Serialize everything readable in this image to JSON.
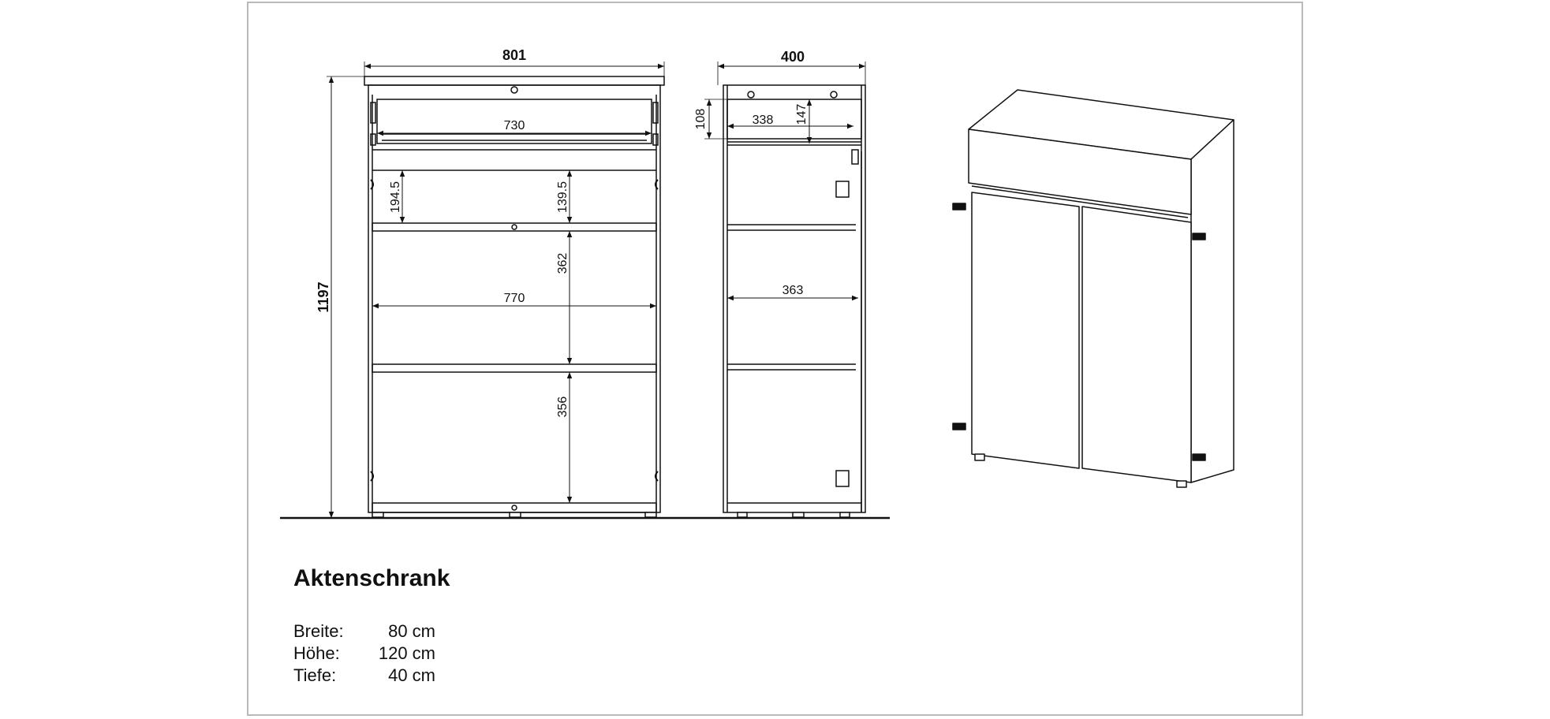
{
  "drawing": {
    "front": {
      "width": "801",
      "height": "1197",
      "drawer_inner": "730",
      "drawer_front": "194.5",
      "drawer_space": "139.5",
      "shelf_width": "770",
      "upper_compartment": "362",
      "lower_compartment": "356"
    },
    "side": {
      "depth": "400",
      "drawer_height": "108",
      "drawer_inner_height": "147",
      "drawer_depth": "338",
      "shelf_depth": "363"
    }
  },
  "product": {
    "name": "Aktenschrank",
    "specs": [
      {
        "label": "Breite:",
        "value": "80 cm"
      },
      {
        "label": "Höhe:",
        "value": "120 cm"
      },
      {
        "label": "Tiefe:",
        "value": "40 cm"
      }
    ]
  },
  "colors": {
    "line": "#111111",
    "frame": "#b9b9b9",
    "background": "#ffffff"
  }
}
